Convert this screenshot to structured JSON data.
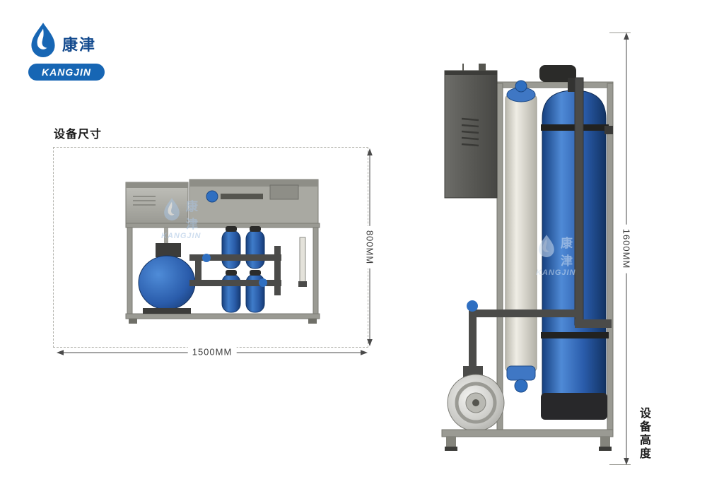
{
  "brand": {
    "name_cn": "康津",
    "name_en": "KANGJIN"
  },
  "icons": {
    "logo": "flame-icon"
  },
  "front_view": {
    "section_label": "设备尺寸",
    "width_label": "1500MM",
    "height_label": "800MM"
  },
  "side_view": {
    "height_label": "1600MM",
    "caption": "设备高度"
  },
  "watermark": {
    "name_cn": "康津",
    "name_en": "KANGJIN"
  },
  "colors": {
    "brand_blue": "#1766b4",
    "tank_blue": "#2a5cab",
    "frame_gray": "#9a9a93",
    "dark_metal": "#4b4b49",
    "dimension_line": "#4a4a4a"
  }
}
